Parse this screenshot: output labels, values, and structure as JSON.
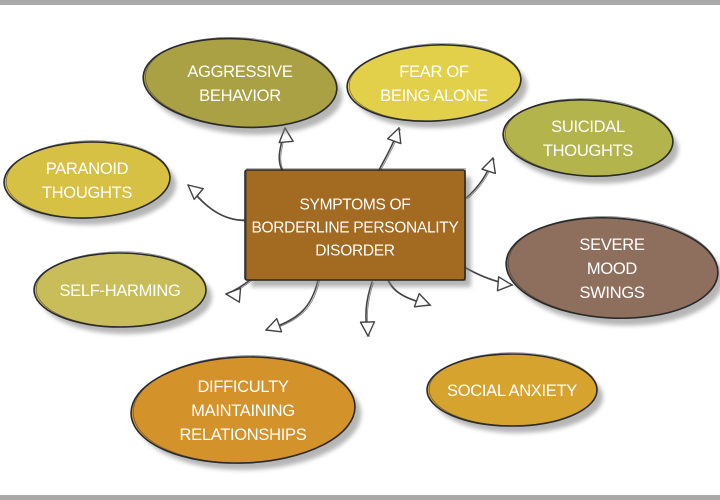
{
  "center": {
    "lines": [
      "SYMPTOMS OF",
      "BORDERLINE PERSONALITY",
      "DISORDER"
    ],
    "fill": "#a36a22"
  },
  "nodes": [
    {
      "id": "aggressive-behavior",
      "lines": [
        "AGGRESSIVE",
        "BEHAVIOR"
      ],
      "fill": "#a9a143"
    },
    {
      "id": "fear-of-being-alone",
      "lines": [
        "FEAR OF",
        "BEING ALONE"
      ],
      "fill": "#e2d04a"
    },
    {
      "id": "suicidal-thoughts",
      "lines": [
        "SUICIDAL",
        "THOUGHTS"
      ],
      "fill": "#b4b44c"
    },
    {
      "id": "paranoid-thoughts",
      "lines": [
        "PARANOID",
        "THOUGHTS"
      ],
      "fill": "#d7c145"
    },
    {
      "id": "severe-mood-swings",
      "lines": [
        "SEVERE",
        "MOOD",
        "SWINGS"
      ],
      "fill": "#8e6f5e"
    },
    {
      "id": "self-harming",
      "lines": [
        "SELF-HARMING"
      ],
      "fill": "#c8bd58"
    },
    {
      "id": "difficulty-maintaining-relationships",
      "lines": [
        "DIFFICULTY",
        "MAINTAINING",
        "RELATIONSHIPS"
      ],
      "fill": "#d4922b"
    },
    {
      "id": "social-anxiety",
      "lines": [
        "SOCIAL ANXIETY"
      ],
      "fill": "#d6a32f"
    }
  ],
  "colors": {
    "stroke": "#2b2b2b",
    "shadow": "#7a7a7a",
    "connector": "#444444",
    "arrowhead_fill": "#ffffff",
    "frame": "#a9a9a9"
  }
}
